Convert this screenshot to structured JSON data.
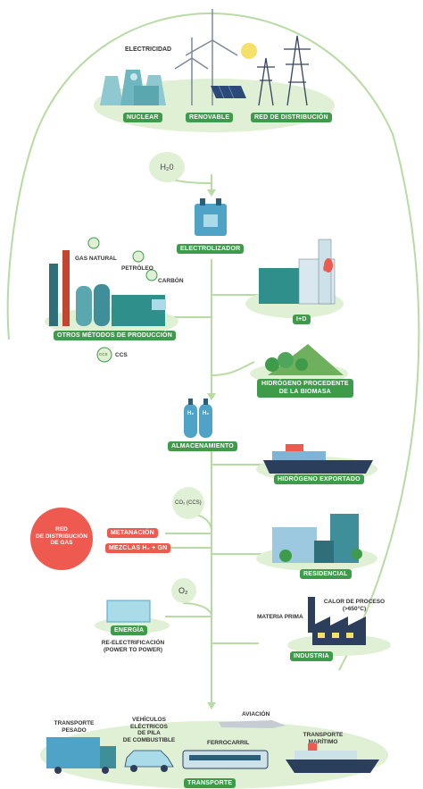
{
  "electricity": {
    "title": "ELECTRICIDAD",
    "nuclear": "NUCLEAR",
    "renewable": "RENOVABLE",
    "grid": "RED DE DISTRIBUCIÓN"
  },
  "h2o": "H₂0",
  "electrolyzer": "ELECTROLIZADOR",
  "other_methods": {
    "natural_gas": "GAS NATURAL",
    "oil": "PETRÓLEO",
    "coal": "CARBÓN",
    "label": "OTROS MÉTODOS DE PRODUCCIÓN",
    "ccs_badge": "CCS",
    "ccs_text": "CCS"
  },
  "rd": "I+D",
  "biomass": {
    "line1": "HIDRÓGENO PROCEDENTE",
    "line2": "DE LA BIOMASA"
  },
  "storage": {
    "label": "ALMACENAMIENTO",
    "tank_text": "H₂"
  },
  "export": "HIDRÓGENO EXPORTADO",
  "co2": "CO₂ (CCS)",
  "gas_grid": {
    "line1": "RED",
    "line2": "DE DISTRIBUCIÓN",
    "line3": "DE GAS"
  },
  "methanation": "METANACIÓN",
  "mixtures": "MEZCLAS H₂ + GN",
  "residential": "RESIDENCIAL",
  "o2": "O₂",
  "energy": {
    "label": "ENERGÍA",
    "reelec_line1": "RE-ELECTRIFICACIÓN",
    "reelec_line2": "(POWER TO POWER)"
  },
  "industry": {
    "raw_material": "MATERIA PRIMA",
    "heat_line1": "CALOR DE PROCESO",
    "heat_line2": "(>650°C)",
    "label": "INDUSTRIA"
  },
  "transport": {
    "heavy_line1": "TRANSPORTE",
    "heavy_line2": "PESADO",
    "fcv_line1": "VEHÍCULOS",
    "fcv_line2": "ELÉCTRICOS",
    "fcv_line3": "DE PILA",
    "fcv_line4": "DE COMBUSTIBLE",
    "aviation": "AVIACIÓN",
    "rail": "FERROCARRIL",
    "maritime_line1": "TRANSPORTE",
    "maritime_line2": "MARÍTIMO",
    "label": "TRANSPORTE"
  },
  "colors": {
    "green": "#3e9b4a",
    "light_green": "#dff0d4",
    "line": "#b7dba3",
    "red": "#ee5a4f",
    "teal": "#2f8f8a",
    "navy": "#2b3e5c"
  }
}
